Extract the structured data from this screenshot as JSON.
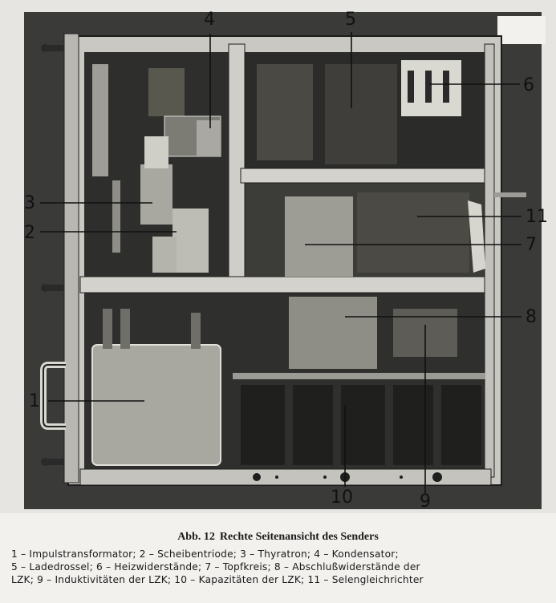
{
  "figure": {
    "callouts": [
      "1",
      "2",
      "3",
      "4",
      "5",
      "6",
      "7",
      "8",
      "9",
      "10",
      "11"
    ]
  },
  "caption": {
    "number": "Abb. 12",
    "title": "Rechte Seitenansicht des Senders",
    "line1": "1 – Impulstransformator; 2 – Scheibentriode; 3 – Thyratron; 4 – Kondensator;",
    "line2": "5 – Ladedrossel; 6 – Heizwiderstände; 7 – Topfkreis; 8 – Abschlußwiderstände der",
    "line3": "LZK; 9 – Induktivitäten der LZK; 10 – Kapazitäten der LZK; 11 – Selengleichrichter"
  }
}
